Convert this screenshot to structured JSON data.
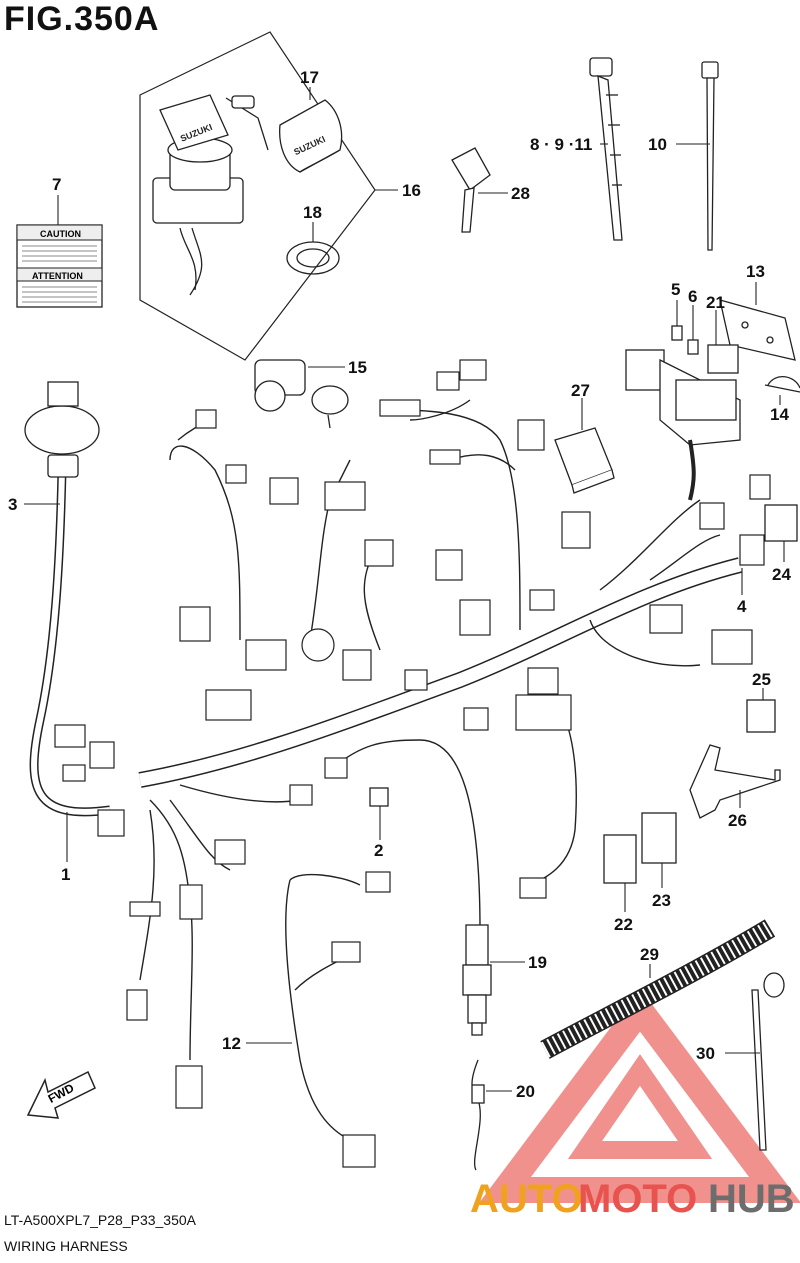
{
  "figure": {
    "title": "FIG.350A"
  },
  "footer": {
    "model_code": "LT-A500XPL7_P28_P33_350A",
    "section_name": "WIRING HARNESS"
  },
  "labels": {
    "caution": "CAUTION",
    "attention": "ATTENTION",
    "brand_on_cap": "SUZUKI",
    "fwd": "FWD"
  },
  "callouts": [
    {
      "id": "1",
      "text": "1"
    },
    {
      "id": "2",
      "text": "2"
    },
    {
      "id": "3",
      "text": "3"
    },
    {
      "id": "4",
      "text": "4"
    },
    {
      "id": "5",
      "text": "5"
    },
    {
      "id": "6",
      "text": "6"
    },
    {
      "id": "7",
      "text": "7"
    },
    {
      "id": "8-9-11",
      "text": "8 · 9 ·11"
    },
    {
      "id": "10",
      "text": "10"
    },
    {
      "id": "12",
      "text": "12"
    },
    {
      "id": "13",
      "text": "13"
    },
    {
      "id": "14",
      "text": "14"
    },
    {
      "id": "15",
      "text": "15"
    },
    {
      "id": "16",
      "text": "16"
    },
    {
      "id": "17",
      "text": "17"
    },
    {
      "id": "18",
      "text": "18"
    },
    {
      "id": "19",
      "text": "19"
    },
    {
      "id": "20",
      "text": "20"
    },
    {
      "id": "21",
      "text": "21"
    },
    {
      "id": "22",
      "text": "22"
    },
    {
      "id": "23",
      "text": "23"
    },
    {
      "id": "24",
      "text": "24"
    },
    {
      "id": "25",
      "text": "25"
    },
    {
      "id": "26",
      "text": "26"
    },
    {
      "id": "27",
      "text": "27"
    },
    {
      "id": "28",
      "text": "28"
    },
    {
      "id": "29",
      "text": "29"
    },
    {
      "id": "30",
      "text": "30"
    }
  ],
  "watermark": {
    "part1": "AUTO",
    "part2": "MOTO",
    "part3": "HUB",
    "colors": {
      "auto": "#f0a21e",
      "moto": "#e8534f",
      "hub": "#6d6d6d",
      "triangle": "#e8534f"
    }
  }
}
